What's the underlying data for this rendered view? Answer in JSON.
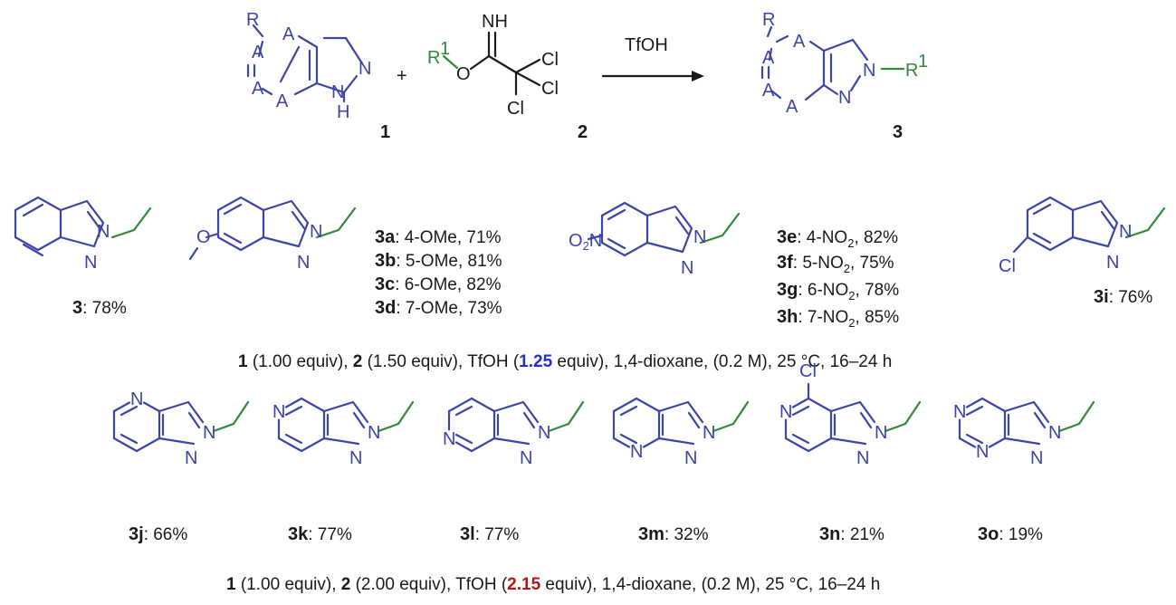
{
  "reaction": {
    "reagent": "TfOH",
    "compound_numbers": [
      "1",
      "2",
      "3"
    ],
    "plus": "+",
    "sm1_atoms": {
      "r": "R",
      "a": "A",
      "n": "N",
      "h": "H"
    },
    "sm2_atoms": {
      "imine": "NH",
      "r1": "R",
      "r1_sup": "1",
      "o": "O",
      "cl": "Cl"
    },
    "prod_atoms": {
      "r": "R",
      "a": "A",
      "n": "N",
      "r1": "R",
      "r1_sup": "1"
    }
  },
  "row1": {
    "products": [
      {
        "id": "3",
        "yield": ": 78%"
      },
      {
        "group": [
          {
            "id": "3a",
            "text": ": 4-OMe, 71%"
          },
          {
            "id": "3b",
            "text": ": 5-OMe, 81%"
          },
          {
            "id": "3c",
            "text": ": 6-OMe, 82%"
          },
          {
            "id": "3d",
            "text": ": 7-OMe, 73%"
          }
        ]
      },
      {
        "group": [
          {
            "id": "3e",
            "pre": ":  4-NO",
            "sub": "2",
            "post": ", 82%"
          },
          {
            "id": "3f",
            "pre": ": 5-NO",
            "sub": "2",
            "post": ", 75%"
          },
          {
            "id": "3g",
            "pre": ": 6-NO",
            "sub": "2",
            "post": ", 78%"
          },
          {
            "id": "3h",
            "pre": ":  7-NO",
            "sub": "2",
            "post": ", 85%"
          }
        ]
      },
      {
        "id": "3i",
        "yield": ": 76%"
      }
    ],
    "substituent_labels": {
      "o": "O",
      "o2n_o": "O",
      "o2n_sub": "2",
      "o2n_n": "N",
      "cl": "Cl"
    },
    "conditions": {
      "a": "1",
      "b": " (1.00 equiv), ",
      "c": "2",
      "d": " (1.50 equiv), TfOH (",
      "e": "1.25",
      "f": " equiv), 1,4-dioxane, (0.2 M), 25 °C, 16–24 h"
    }
  },
  "row2": {
    "products": [
      {
        "id": "3j",
        "yield": ": 66%"
      },
      {
        "id": "3k",
        "yield": ": 77%"
      },
      {
        "id": "3l",
        "yield": ": 77%"
      },
      {
        "id": "3m",
        "yield": ": 32%"
      },
      {
        "id": "3n",
        "yield": ": 21%"
      },
      {
        "id": "3o",
        "yield": ": 19%"
      }
    ],
    "atoms": {
      "n": "N",
      "cl": "Cl"
    },
    "conditions": {
      "a": "1",
      "b": " (1.00 equiv), ",
      "c": "2",
      "d": " (2.00 equiv), TfOH (",
      "e": "2.15",
      "f": " equiv), 1,4-dioxane, (0.2 M), 25 °C, 16–24 h"
    }
  },
  "colors": {
    "scaffold": "#3b45a6",
    "r1_group": "#2f8a3a",
    "highlight_blue": "#1f2fd0",
    "highlight_red": "#b01818"
  }
}
